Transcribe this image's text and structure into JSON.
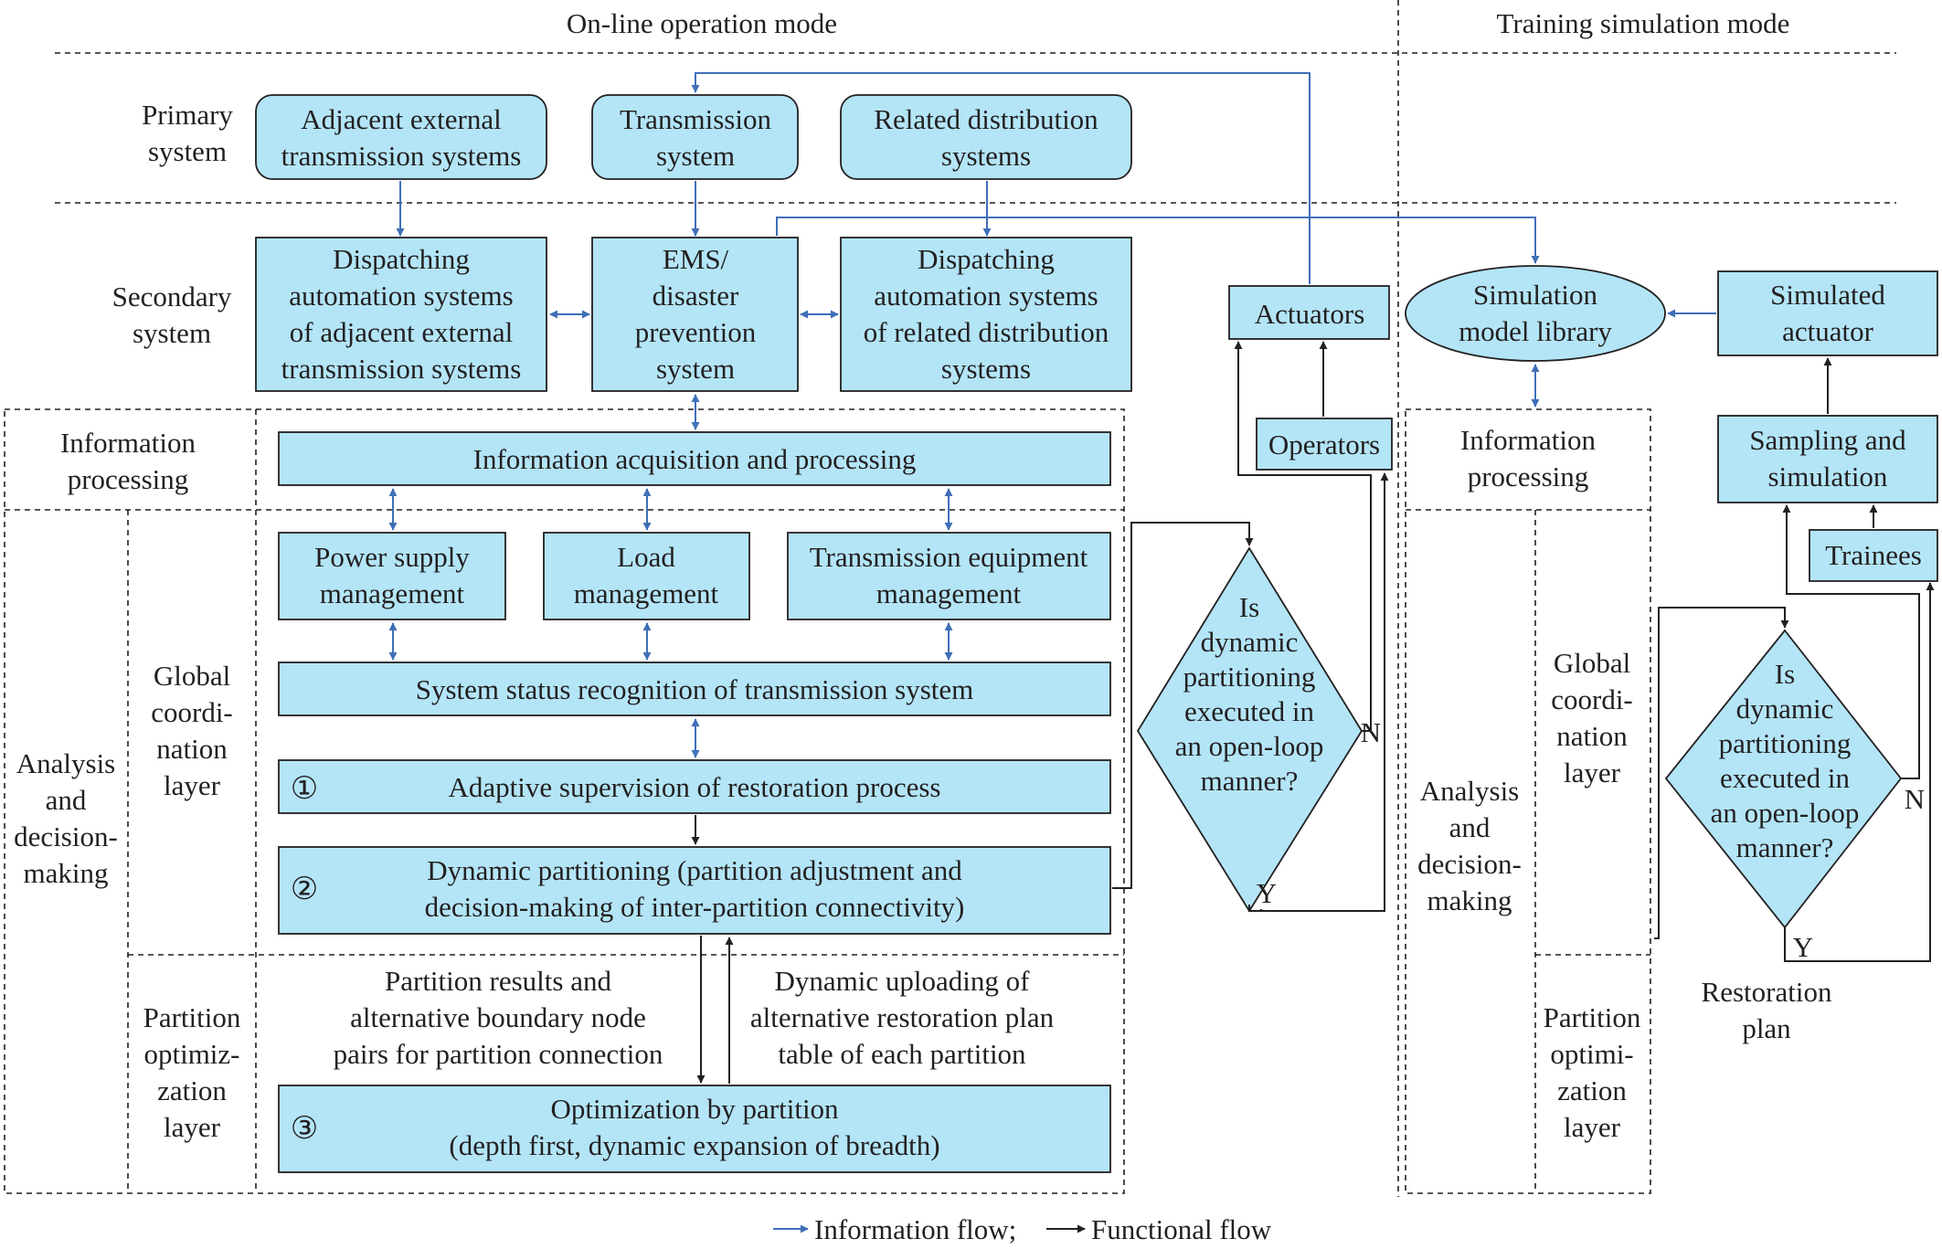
{
  "modes": {
    "online": "On-line operation mode",
    "training": "Training simulation mode"
  },
  "rows": {
    "primary": [
      "Primary",
      "system"
    ],
    "secondary": [
      "Secondary",
      "system"
    ],
    "info_processing": [
      "Information",
      "processing"
    ],
    "analysis": [
      "Analysis",
      "and",
      "decision-",
      "making"
    ],
    "global_layer": [
      "Global",
      "coordi-",
      "nation",
      "layer"
    ],
    "partition_layer": [
      "Partition",
      "optimiz-",
      "zation",
      "layer"
    ],
    "training_info_processing": [
      "Information",
      "processing"
    ],
    "training_analysis": [
      "Analysis",
      "and",
      "decision-",
      "making"
    ],
    "training_global_layer": [
      "Global",
      "coordi-",
      "nation",
      "layer"
    ],
    "training_partition_layer": [
      "Partition",
      "optimi-",
      "zation",
      "layer"
    ]
  },
  "boxes": {
    "adjacent_external": [
      "Adjacent external",
      "transmission systems"
    ],
    "transmission_system": [
      "Transmission",
      "system"
    ],
    "related_distribution": [
      "Related distribution",
      "systems"
    ],
    "dispatch_adjacent": [
      "Dispatching",
      "automation systems",
      "of adjacent external",
      "transmission systems"
    ],
    "ems": [
      "EMS/",
      "disaster",
      "prevention",
      "system"
    ],
    "dispatch_related": [
      "Dispatching",
      "automation systems",
      "of related distribution",
      "systems"
    ],
    "actuators": [
      "Actuators"
    ],
    "operators": [
      "Operators"
    ],
    "info_acquisition": [
      "Information acquisition and processing"
    ],
    "power_supply_mgmt": [
      "Power supply",
      "management"
    ],
    "load_mgmt": [
      "Load",
      "management"
    ],
    "transmission_equip_mgmt": [
      "Transmission equipment",
      "management"
    ],
    "status_recognition": [
      "System status recognition of transmission system"
    ],
    "adaptive_supervision": [
      "Adaptive supervision of restoration process"
    ],
    "dynamic_partitioning": [
      "Dynamic partitioning (partition adjustment and",
      "decision-making of inter-partition connectivity)"
    ],
    "optimization": [
      "Optimization by partition",
      "(depth first, dynamic expansion of breadth)"
    ],
    "simulation_library": [
      "Simulation",
      "model library"
    ],
    "simulated_actuator": [
      "Simulated",
      "actuator"
    ],
    "sampling_simulation": [
      "Sampling and",
      "simulation"
    ],
    "trainees": [
      "Trainees"
    ]
  },
  "step_numbers": [
    "①",
    "②",
    "③"
  ],
  "decisions": {
    "online": [
      "Is",
      "dynamic",
      "partitioning",
      "executed in",
      "an open-loop",
      "manner?"
    ],
    "training": [
      "Is",
      "dynamic",
      "partitioning",
      "executed in",
      "an open-loop",
      "manner?"
    ],
    "yes": "Y",
    "no": "N"
  },
  "annotations": {
    "partition_results": [
      "Partition results and",
      "alternative boundary node",
      "pairs for partition connection"
    ],
    "dynamic_uploading": [
      "Dynamic uploading of",
      "alternative restoration plan",
      "table of each partition"
    ],
    "restoration_plan": [
      "Restoration",
      "plan"
    ]
  },
  "legend": {
    "information_flow": "Information flow;",
    "functional_flow": "Functional flow"
  },
  "colors": {
    "box_fill": "#b3e5f7",
    "information_flow": "#3f6fb8",
    "functional_flow": "#231f20"
  }
}
